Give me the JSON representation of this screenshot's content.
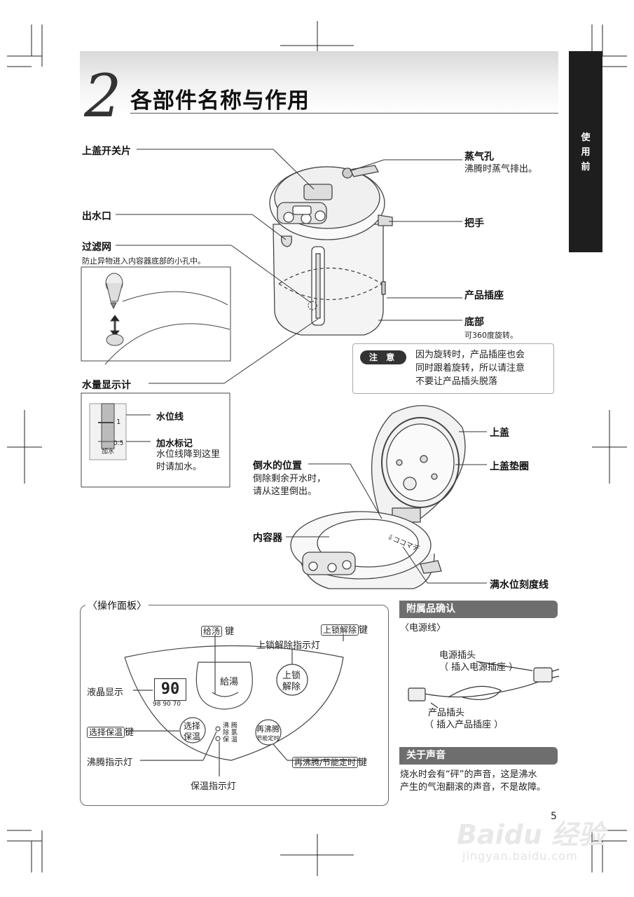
{
  "header": {
    "chapter_number": "2",
    "title": "各部件名称与作用",
    "side_tab": [
      "使",
      "用",
      "前"
    ]
  },
  "parts": {
    "lid_switch": "上盖开关片",
    "spout": "出水口",
    "filter": "过滤网",
    "filter_desc": "防止异物进入内容器底部的小孔中。",
    "water_gauge": "水量显示计",
    "steam_vent": "蒸气孔",
    "steam_vent_desc": "沸腾时蒸气排出。",
    "handle": "把手",
    "power_socket": "产品插座",
    "base": "底部",
    "base_desc": "可360度旋转。"
  },
  "note": {
    "badge": "注 意",
    "lines": [
      "因为旋转时，产品插座也会",
      "同时跟着旋转，所以请注意",
      "不要让产品插头脱落"
    ]
  },
  "gauge_inset": {
    "level_line": "水位线",
    "refill_mark": "加水标记",
    "refill_desc": [
      "水位线降到这里",
      "时请加水。"
    ],
    "tick_1": "1",
    "tick_05": "0.5",
    "refill_tag": "加水"
  },
  "open_pot": {
    "lid": "上盖",
    "lid_gasket": "上盖垫圈",
    "pour_position": "倒水的位置",
    "pour_desc": [
      "倒除剩余开水时，",
      "请从这里倒出。"
    ],
    "inner_container": "内容器",
    "full_line": "满水位刻度线",
    "full_mark_text": "⇩ココマデ"
  },
  "panel": {
    "title": "〈操作面板〉",
    "dispense_key_tag": "给汤",
    "key_suffix": "键",
    "unlock_key_tag": "上锁解除",
    "unlock_indicator": "上锁解除指示灯",
    "lcd_label": "液晶显示",
    "lcd_value": "90",
    "lcd_temps": "98 90 70",
    "dispense_button": "給湯",
    "unlock_button": [
      "上锁",
      "解除"
    ],
    "select_keep_tag": "选择保温",
    "select_keep_button": [
      "选择",
      "保温"
    ],
    "indicator_small": [
      "沸  腾",
      "除  氯",
      "保  温"
    ],
    "reboil_button": [
      "再沸腾",
      "节能定时"
    ],
    "reboil_key_tag": "再沸腾/节能定时",
    "boil_indicator": "沸腾指示灯",
    "keep_warm_indicator": "保温指示灯"
  },
  "accessories": {
    "title": "附属品确认",
    "cord_title": "〈电源线〉",
    "power_plug": "电源插头",
    "power_plug_desc": "（ 插入电源插座 ）",
    "product_plug": "产品插头",
    "product_plug_desc": "（ 插入产品插座 ）"
  },
  "sound": {
    "title": "关于声音",
    "lines": [
      "烧水时会有“砰”的声音，这是沸水",
      "产生的气泡翻滚的声音，不是故障。"
    ]
  },
  "page_number": "5",
  "watermark": {
    "brand": "Baidu 经验",
    "url": "jingyan.baidu.com"
  }
}
